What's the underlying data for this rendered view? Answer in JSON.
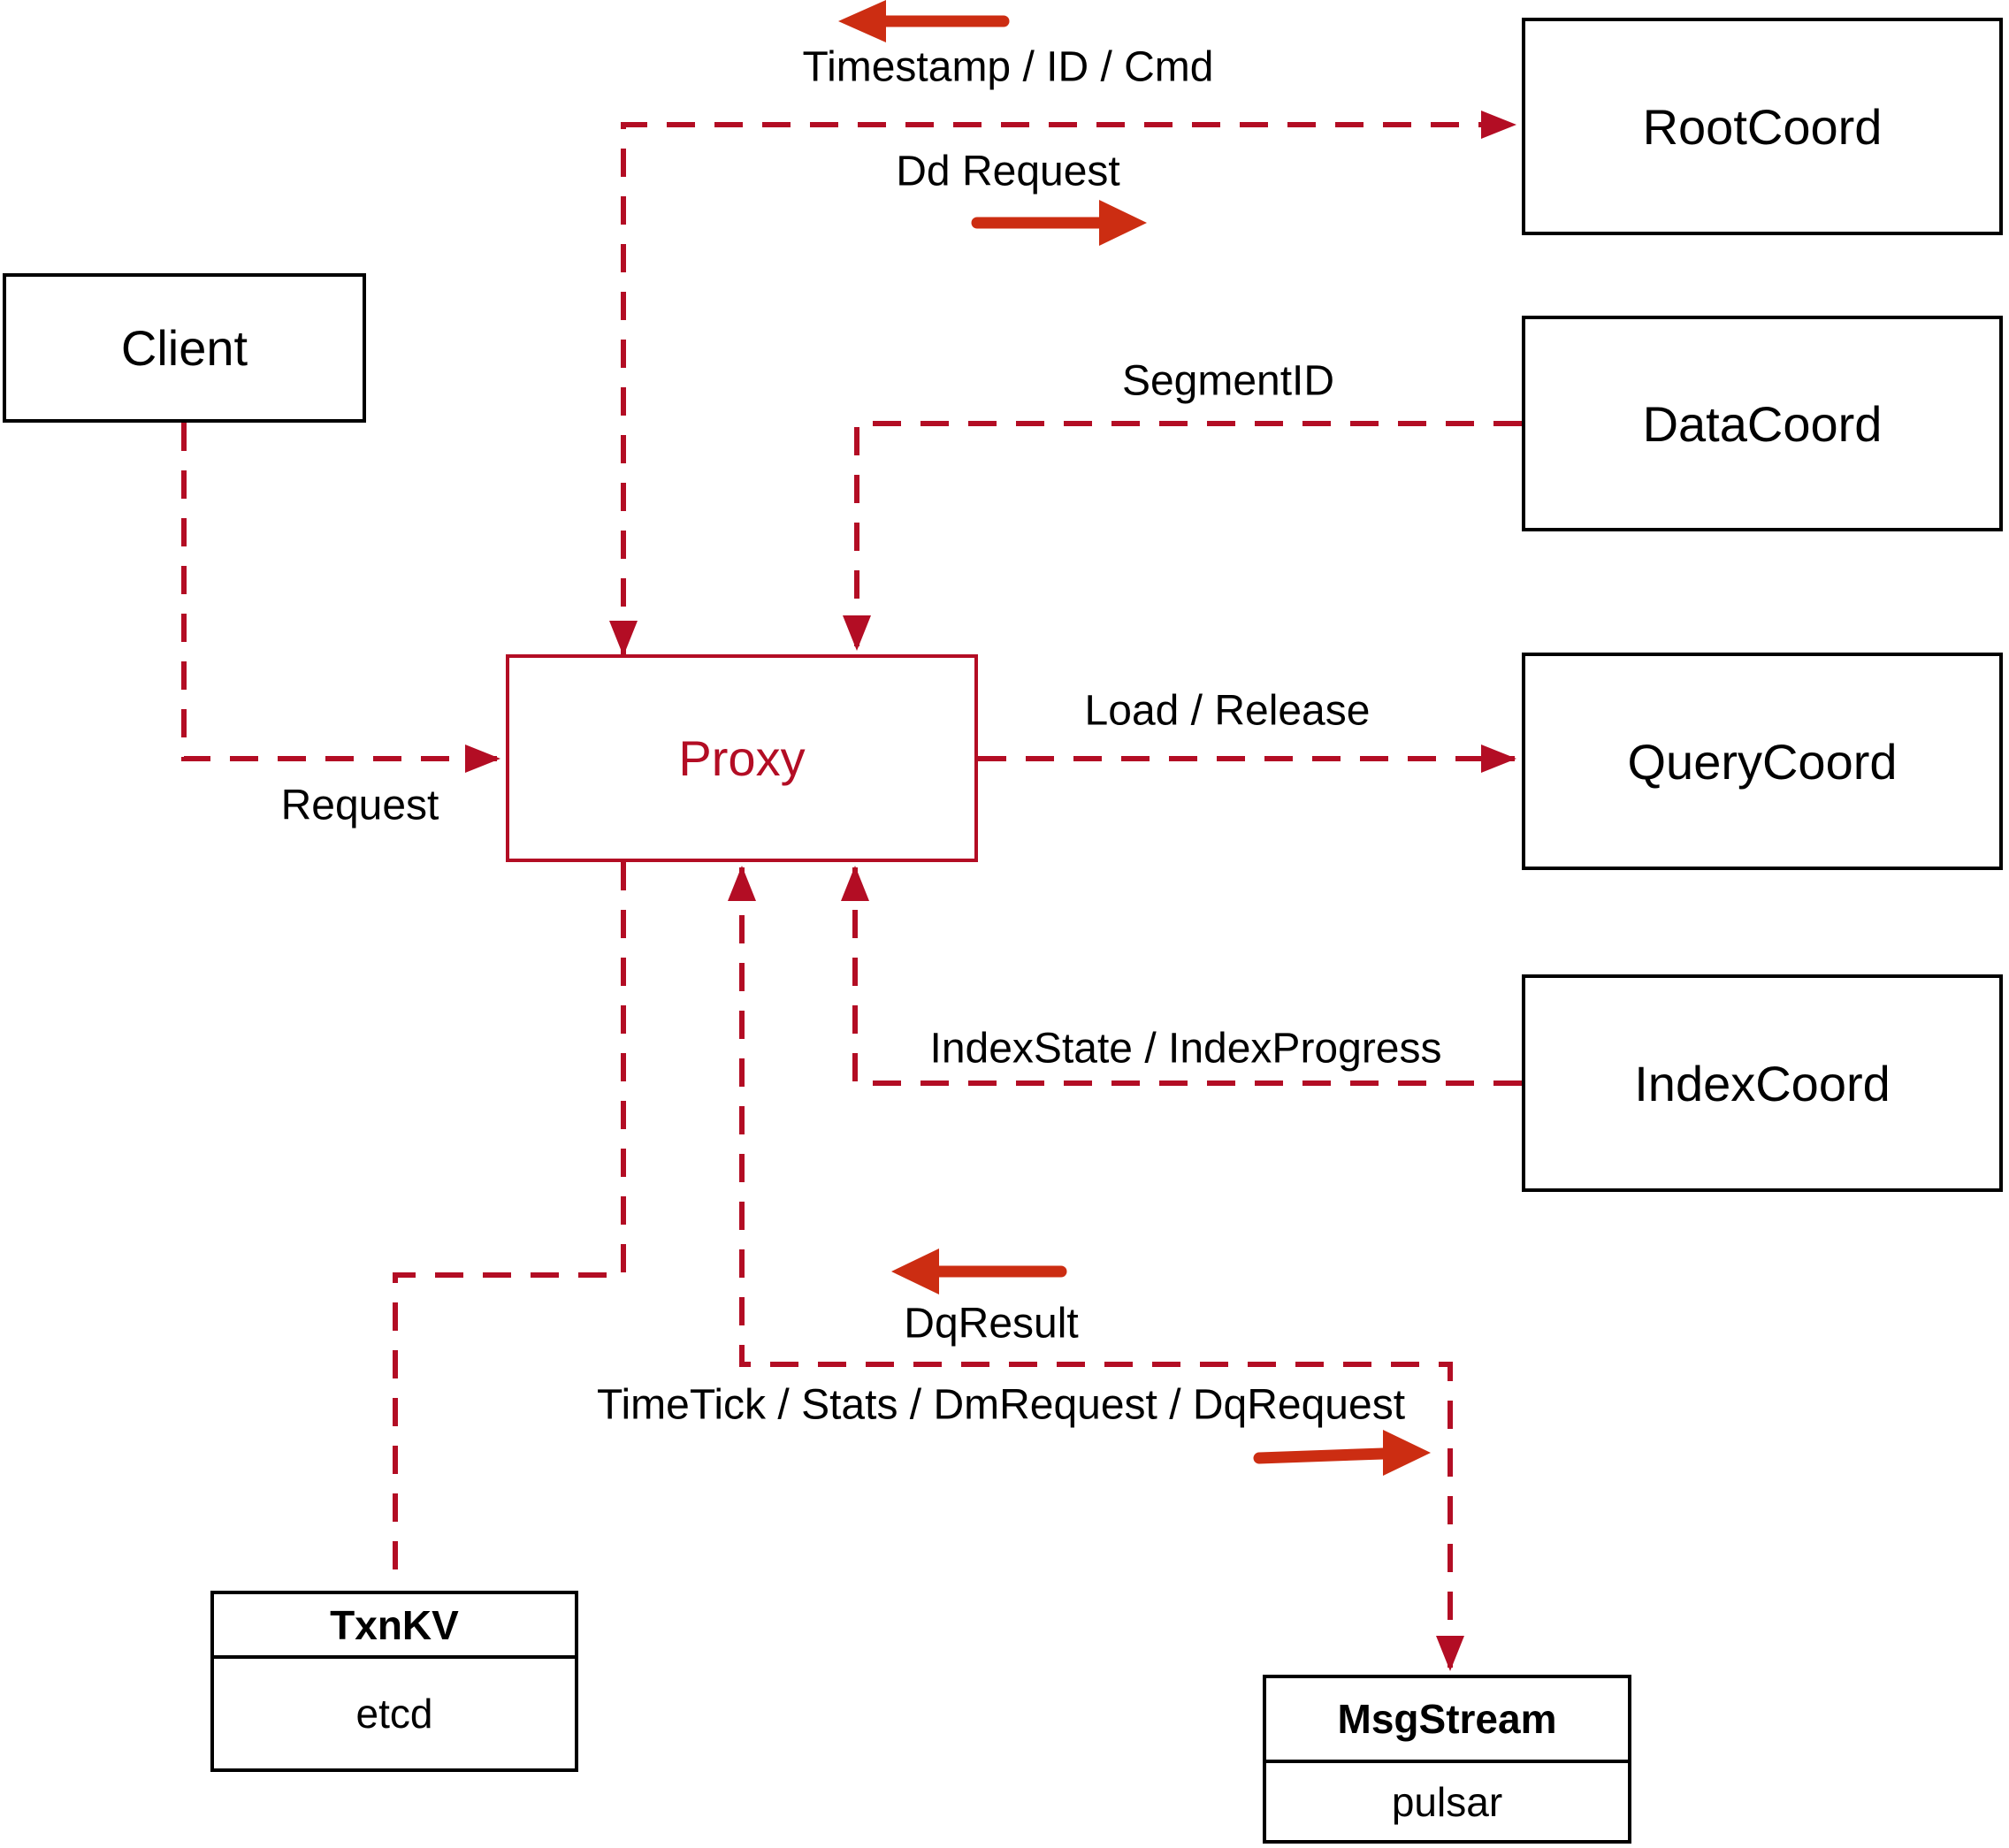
{
  "nodes": {
    "client": {
      "label": "Client"
    },
    "proxy": {
      "label": "Proxy"
    },
    "rootcoord": {
      "label": "RootCoord"
    },
    "datacoord": {
      "label": "DataCoord"
    },
    "querycoord": {
      "label": "QueryCoord"
    },
    "indexcoord": {
      "label": "IndexCoord"
    },
    "txnkv": {
      "title": "TxnKV",
      "impl": "etcd"
    },
    "msgstream": {
      "title": "MsgStream",
      "impl": "pulsar"
    }
  },
  "edge_labels": {
    "timestamp_id_cmd": "Timestamp / ID / Cmd",
    "dd_request": "Dd Request",
    "segment_id": "SegmentID",
    "load_release": "Load / Release",
    "index_state_progress": "IndexState / IndexProgress",
    "request": "Request",
    "dq_result": "DqResult",
    "timetick_stats": "TimeTick / Stats / DmRequest / DqRequest"
  },
  "colors": {
    "dashed_line": "#b30d24",
    "solid_arrow": "#cc2d12",
    "box_border": "#000000",
    "proxy_accent": "#b30d24",
    "text": "#000000",
    "background": "#ffffff"
  }
}
